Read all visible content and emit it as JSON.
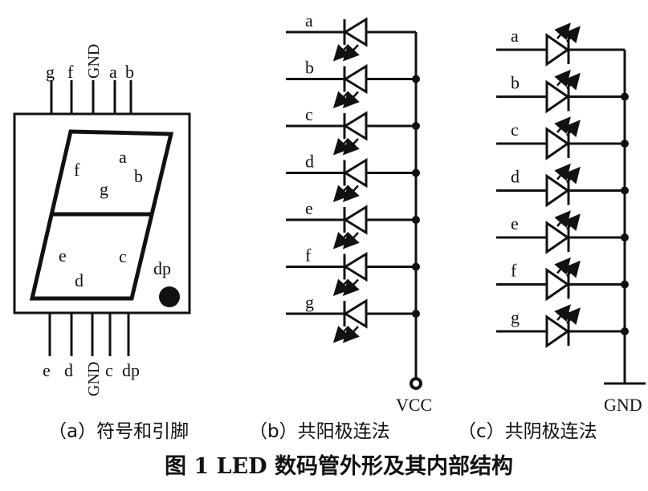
{
  "figure": {
    "title": "图 1   LED 数码管外形及其内部结构",
    "panels": {
      "a": {
        "caption": "（a）符号和引脚",
        "top_pins": [
          "g",
          "f",
          "GND",
          "a",
          "b"
        ],
        "bottom_pins": [
          "e",
          "d",
          "GND",
          "c",
          "dp"
        ],
        "segment_labels": {
          "a": "a",
          "b": "b",
          "c": "c",
          "d": "d",
          "e": "e",
          "f": "f",
          "g": "g",
          "dp": "dp"
        }
      },
      "b": {
        "caption": "（b）共阳极连法",
        "rows": [
          "a",
          "b",
          "c",
          "d",
          "e",
          "f",
          "g"
        ],
        "terminal": "VCC"
      },
      "c": {
        "caption": "（c）共阴极连法",
        "rows": [
          "a",
          "b",
          "c",
          "d",
          "e",
          "f",
          "g"
        ],
        "terminal": "GND"
      }
    }
  }
}
